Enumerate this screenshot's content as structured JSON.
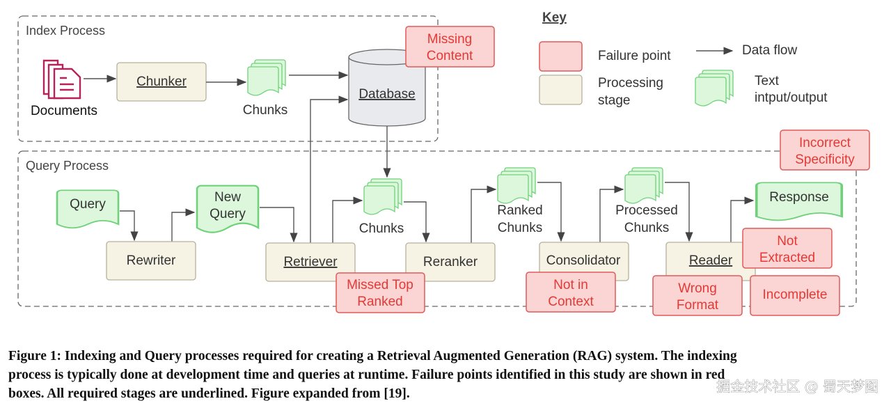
{
  "index_process": {
    "label": "Index Process",
    "documents": "Documents",
    "chunker": "Chunker",
    "chunks": "Chunks",
    "database": "Database",
    "missing_content": [
      "Missing",
      "Content"
    ]
  },
  "key": {
    "title": "Key",
    "failure_point": "Failure point",
    "data_flow": "Data flow",
    "processing_stage": [
      "Processing",
      "stage"
    ],
    "text_io": [
      "Text",
      "intput/output"
    ]
  },
  "query_process": {
    "label": "Query Process",
    "query": "Query",
    "rewriter": "Rewriter",
    "new_query": [
      "New",
      "Query"
    ],
    "retriever": "Retriever",
    "chunks": "Chunks",
    "reranker": "Reranker",
    "ranked_chunks": [
      "Ranked",
      "Chunks"
    ],
    "consolidator": "Consolidator",
    "processed_chunks": [
      "Processed",
      "Chunks"
    ],
    "reader": "Reader",
    "response": "Response"
  },
  "failure_points": {
    "incorrect_specificity": [
      "Incorrect",
      "Specificity"
    ],
    "missed_top_ranked": [
      "Missed Top",
      "Ranked"
    ],
    "not_in_context": [
      "Not in",
      "Context"
    ],
    "wrong_format": [
      "Wrong",
      "Format"
    ],
    "not_extracted": [
      "Not",
      "Extracted"
    ],
    "incomplete": "Incomplete"
  },
  "colors": {
    "failure": "#fbd4d4",
    "failure_text": "#e53935",
    "stage": "#f6f3e4",
    "text_io": "#dcf7dc",
    "documents_icon": "#b5235a"
  },
  "caption": [
    "Figure 1: Indexing and Query processes required for creating a Retrieval Augmented Generation (RAG) system. The indexing",
    "process is typically done at development time and queries at runtime. Failure points identified in this study are shown in red",
    "boxes. All required stages are underlined. Figure expanded from [19]."
  ],
  "watermark": "掘金技术社区 @ 蜀天梦图"
}
